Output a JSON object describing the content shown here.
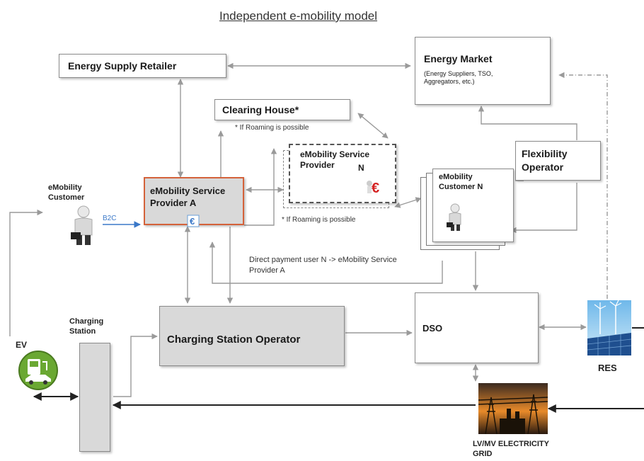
{
  "title": "Independent e-mobility model",
  "nodes": {
    "energy_supply_retailer": "Energy Supply Retailer",
    "energy_market": "Energy Market",
    "energy_market_sub": "(Energy Suppliers, TSO, Aggregators, etc.)",
    "clearing_house": "Clearing House*",
    "clearing_house_note": "* If Roaming is possible",
    "esp_n": "eMobility Service Provider",
    "esp_n_suffix": "N",
    "esp_n_note": "* If Roaming is possible",
    "esp_a": "eMobility Service Provider A",
    "emobility_customer": "eMobility Customer",
    "b2c": "B2C",
    "customer_n": "eMobility Customer N",
    "flexibility_operator": "Flexibility Operator",
    "direct_payment": "Direct payment user N -> eMobility Service Provider A",
    "cso": "Charging Station Operator",
    "charging_station": "Charging Station",
    "ev": "EV",
    "dso": "DSO",
    "res": "RES",
    "grid": "LV/MV ELECTRICITY GRID"
  },
  "colors": {
    "esp_a_border": "#d4623a",
    "b2c_arrow": "#3a78c8",
    "ev_green": "#6aa832",
    "euro_red": "#d42020"
  },
  "icons": [
    "person-icon",
    "euro-icon",
    "ev-icon",
    "solar-wind-icon",
    "power-plant-icon"
  ]
}
